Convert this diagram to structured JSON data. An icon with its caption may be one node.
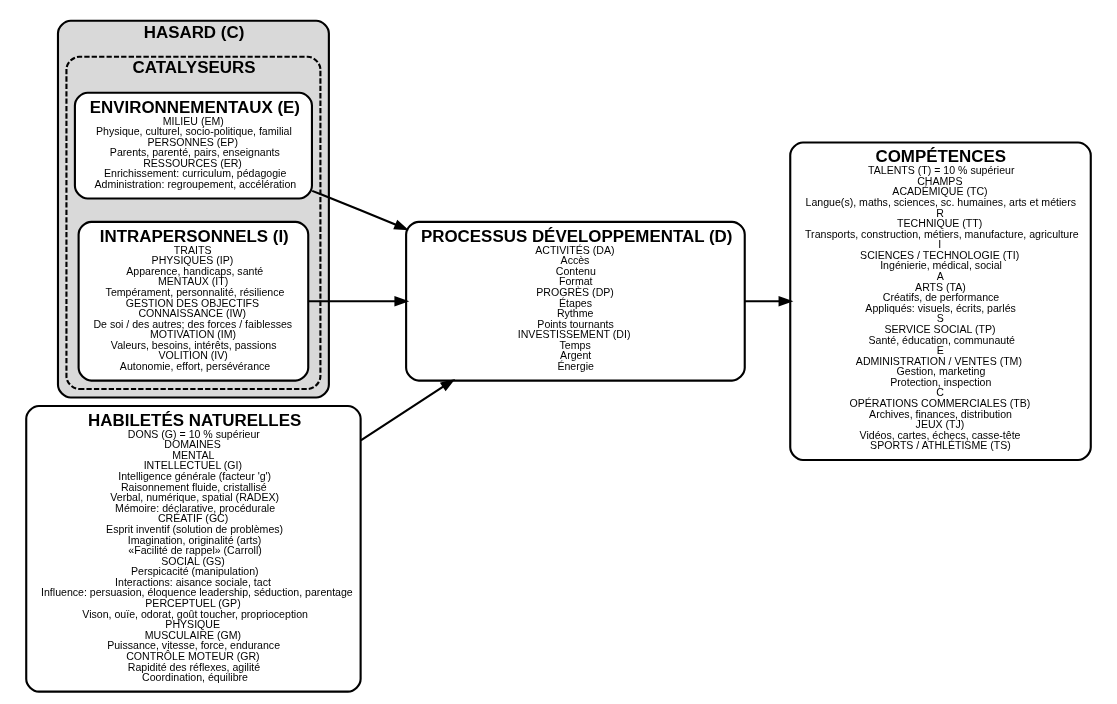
{
  "diagram": {
    "nodes": [
      {
        "text": [
          "HASARD (C)"
        ]
      },
      {
        "text": [
          "CATALYSEURS"
        ],
        "in": 0
      },
      {
        "text": [
          "ENVIRONNEMENTAUX (E)",
          "MILIEU (EM)",
          "Physique, culturel, socio-politique, familial",
          "PERSONNES (EP)",
          "Parents, parenté, pairs, enseignants",
          "RESSOURCES (ER)",
          "Enrichissement: curriculum, pédagogie",
          "Administration: regroupement, accélération"
        ],
        "in": 1
      },
      {
        "text": [
          "INTRAPERSONNELS (I)",
          "TRAITS",
          "PHYSIQUES (IP)",
          "Apparence, handicaps, santé",
          "MENTAUX (IT)",
          "Tempérament, personnalité, résilience",
          "GESTION DES OBJECTIFS",
          "CONNAISSANCE (IW)",
          "De soi / des autres; des forces / faiblesses",
          "MOTIVATION (IM)",
          "Valeurs, besoins, intérêts, passions",
          "VOLITION (IV)",
          "Autonomie, effort, persévérance"
        ],
        "in": 1
      },
      {
        "text": [
          "HABILETÉS NATURELLES",
          "DONS (G) = 10 % supérieur",
          "DOMAINES",
          "MENTAL",
          "INTELLECTUEL (GI)",
          "Intelligence générale (facteur 'g')",
          "Raisonnement fluide, cristallisé",
          "Verbal, numérique, spatial (RADEX)",
          "Mémoire: déclarative, procédurale",
          "CRÉATIF (GC)",
          "Esprit inventif (solution de problèmes)",
          "Imagination, originalité (arts)",
          "«Facilité de rappel» (Carroll)",
          "SOCIAL (GS)",
          "Perspicacité (manipulation)",
          "Interactions: aisance sociale, tact",
          "Influence: persuasion, éloquence leadership, séduction, parentage",
          "PERCEPTUEL (GP)",
          "Vison, ouïe, odorat, goût toucher, proprioception",
          "PHYSIQUE",
          "MUSCULAIRE (GM)",
          "Puissance, vitesse, force, endurance",
          "CONTRÔLE MOTEUR (GR)",
          "Rapidité des réflexes, agilité",
          "Coordination, équilibre"
        ]
      },
      {
        "text": [
          "PROCESSUS DÉVELOPPEMENTAL (D)",
          "ACTIVITÉS (DA)",
          "Accès",
          "Contenu",
          "Format",
          "PROGRÈS (DP)",
          "Étapes",
          "Rythme",
          "Points tournants",
          "INVESTISSEMENT (DI)",
          "Temps",
          "Argent",
          "Énergie"
        ]
      },
      {
        "text": [
          "COMPÉTENCES",
          "TALENTS (T) = 10 % supérieur",
          "CHAMPS",
          "ACADÉMIQUE (TC)",
          "Langue(s), maths, sciences, sc. humaines, arts et métiers",
          "R",
          "TECHNIQUE (TT)",
          "Transports, construction, métiers, manufacture, agriculture",
          "I",
          "SCIENCES / TECHNOLOGIE (TI)",
          "Ingénierie, médical, social",
          "A",
          "ARTS (TA)",
          "Créatifs, de performance",
          "Appliqués: visuels, écrits, parlés",
          "S",
          "SERVICE SOCIAL (TP)",
          "Santé, éducation, communauté",
          "E",
          "ADMINISTRATION / VENTES (TM)",
          "Gestion, marketing",
          "Protection, inspection",
          "C",
          "OPÉRATIONS COMMERCIALES (TB)",
          "Archives, finances, distribution",
          "JEUX (TJ)",
          "Vidéos, cartes, échecs, casse-tête",
          "SPORTS / ATHLÉTISME (TS)"
        ]
      }
    ],
    "edges": [
      {
        "from": 4,
        "to": 5,
        "arrow": "to"
      },
      {
        "from": 2,
        "to": 5,
        "arrow": "to"
      },
      {
        "from": 3,
        "to": 5,
        "arrow": "to"
      },
      {
        "from": 5,
        "to": 6,
        "arrow": "to"
      }
    ]
  }
}
